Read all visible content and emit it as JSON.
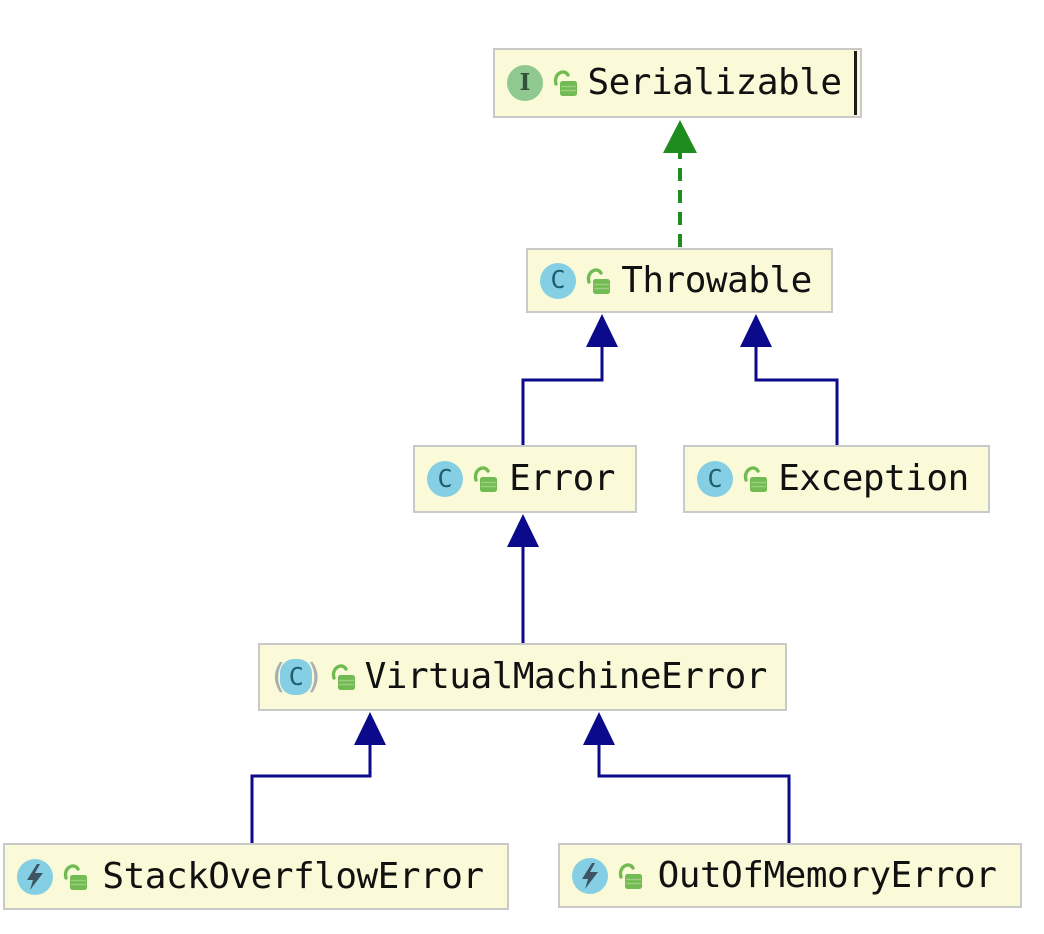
{
  "diagram": {
    "type": "uml-class-diagram",
    "subject": "Java Throwable class hierarchy",
    "nodes": [
      {
        "id": "serializable",
        "label": "Serializable",
        "stereotype": "interface",
        "icon": "interface-icon",
        "icon_letter": "I",
        "lock": "unlocked",
        "has_caret": true
      },
      {
        "id": "throwable",
        "label": "Throwable",
        "stereotype": "class",
        "icon": "class-icon",
        "icon_letter": "C",
        "lock": "unlocked"
      },
      {
        "id": "error",
        "label": "Error",
        "stereotype": "class",
        "icon": "class-icon",
        "icon_letter": "C",
        "lock": "unlocked"
      },
      {
        "id": "exception",
        "label": "Exception",
        "stereotype": "class",
        "icon": "class-icon",
        "icon_letter": "C",
        "lock": "unlocked"
      },
      {
        "id": "virtual-machine-error",
        "label": "VirtualMachineError",
        "stereotype": "abstract-class",
        "icon": "abstract-class-icon",
        "icon_letter": "C",
        "paren_left": "(",
        "paren_right": ")",
        "lock": "unlocked"
      },
      {
        "id": "stack-overflow-error",
        "label": "StackOverflowError",
        "stereotype": "exception-class",
        "icon": "exception-class-icon",
        "lock": "unlocked"
      },
      {
        "id": "out-of-memory-error",
        "label": "OutOfMemoryError",
        "stereotype": "exception-class",
        "icon": "exception-class-icon",
        "lock": "unlocked"
      }
    ],
    "edges": [
      {
        "from": "Throwable",
        "to": "Serializable",
        "relation": "implements",
        "style": "dashed",
        "color": "#1f8c1f"
      },
      {
        "from": "Error",
        "to": "Throwable",
        "relation": "extends",
        "style": "solid",
        "color": "#0a0a8a"
      },
      {
        "from": "Exception",
        "to": "Throwable",
        "relation": "extends",
        "style": "solid",
        "color": "#0a0a8a"
      },
      {
        "from": "VirtualMachineError",
        "to": "Error",
        "relation": "extends",
        "style": "solid",
        "color": "#0a0a8a"
      },
      {
        "from": "StackOverflowError",
        "to": "VirtualMachineError",
        "relation": "extends",
        "style": "solid",
        "color": "#0a0a8a"
      },
      {
        "from": "OutOfMemoryError",
        "to": "VirtualMachineError",
        "relation": "extends",
        "style": "solid",
        "color": "#0a0a8a"
      }
    ],
    "colors": {
      "canvas_background": "#ffffff",
      "node_fill": "#fafad9",
      "node_border": "#c9c9c9",
      "label_text": "#111111",
      "extends_edge": "#0a0a8a",
      "implements_edge": "#1f8c1f",
      "class_icon_circle": "#85cfe4",
      "interface_icon_circle": "#8fc98f",
      "lock_icon_green": "#72bb53",
      "bolt_glyph": "#3e5663"
    }
  }
}
